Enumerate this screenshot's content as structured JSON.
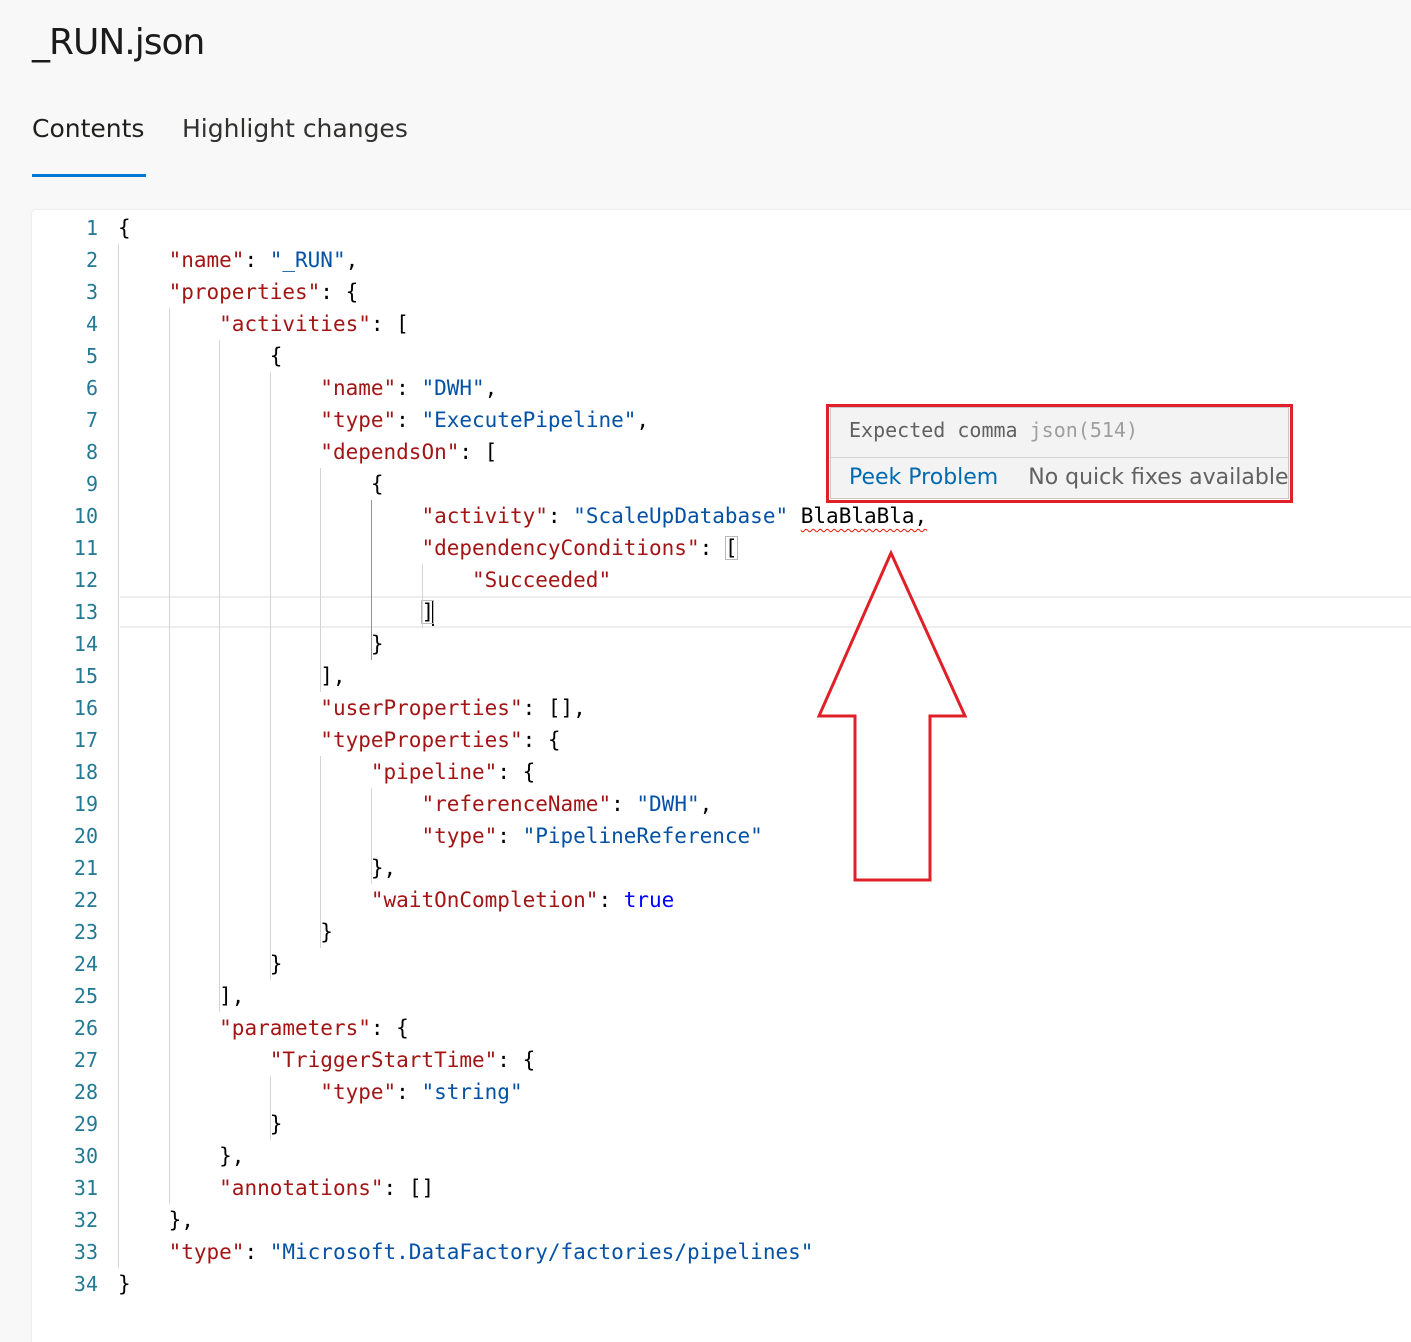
{
  "file": {
    "title": "_RUN.json"
  },
  "tabs": [
    {
      "label": "Contents",
      "active": true
    },
    {
      "label": "Highlight changes",
      "active": false
    }
  ],
  "editor": {
    "current_line": 13,
    "lines": [
      {
        "n": "1",
        "tokens": [
          [
            "p",
            "{"
          ]
        ]
      },
      {
        "n": "2",
        "tokens": [
          [
            "p",
            "    "
          ],
          [
            "k",
            "\"name\""
          ],
          [
            "p",
            ": "
          ],
          [
            "s",
            "\"_RUN\""
          ],
          [
            "p",
            ","
          ]
        ]
      },
      {
        "n": "3",
        "tokens": [
          [
            "p",
            "    "
          ],
          [
            "k",
            "\"properties\""
          ],
          [
            "p",
            ": {"
          ]
        ]
      },
      {
        "n": "4",
        "tokens": [
          [
            "p",
            "        "
          ],
          [
            "k",
            "\"activities\""
          ],
          [
            "p",
            ": ["
          ]
        ]
      },
      {
        "n": "5",
        "tokens": [
          [
            "p",
            "            {"
          ]
        ]
      },
      {
        "n": "6",
        "tokens": [
          [
            "p",
            "                "
          ],
          [
            "k",
            "\"name\""
          ],
          [
            "p",
            ": "
          ],
          [
            "s",
            "\"DWH\""
          ],
          [
            "p",
            ","
          ]
        ]
      },
      {
        "n": "7",
        "tokens": [
          [
            "p",
            "                "
          ],
          [
            "k",
            "\"type\""
          ],
          [
            "p",
            ": "
          ],
          [
            "s",
            "\"ExecutePipeline\""
          ],
          [
            "p",
            ","
          ]
        ]
      },
      {
        "n": "8",
        "tokens": [
          [
            "p",
            "                "
          ],
          [
            "k",
            "\"dependsOn\""
          ],
          [
            "p",
            ": ["
          ]
        ]
      },
      {
        "n": "9",
        "tokens": [
          [
            "p",
            "                    {"
          ]
        ]
      },
      {
        "n": "10",
        "tokens": [
          [
            "p",
            "                        "
          ],
          [
            "k",
            "\"activity\""
          ],
          [
            "p",
            ": "
          ],
          [
            "s",
            "\"ScaleUpDatabase\""
          ],
          [
            "p",
            " "
          ],
          [
            "e",
            "BlaBlaBla,"
          ]
        ]
      },
      {
        "n": "11",
        "tokens": [
          [
            "p",
            "                        "
          ],
          [
            "k",
            "\"dependencyConditions\""
          ],
          [
            "p",
            ": "
          ],
          [
            "h",
            "["
          ]
        ]
      },
      {
        "n": "12",
        "tokens": [
          [
            "p",
            "                            "
          ],
          [
            "k",
            "\"Succeeded\""
          ]
        ]
      },
      {
        "n": "13",
        "tokens": [
          [
            "p",
            "                        "
          ],
          [
            "h",
            "]"
          ],
          [
            "c",
            ""
          ]
        ]
      },
      {
        "n": "14",
        "tokens": [
          [
            "p",
            "                    }"
          ]
        ]
      },
      {
        "n": "15",
        "tokens": [
          [
            "p",
            "                ],"
          ]
        ]
      },
      {
        "n": "16",
        "tokens": [
          [
            "p",
            "                "
          ],
          [
            "k",
            "\"userProperties\""
          ],
          [
            "p",
            ": [],"
          ]
        ]
      },
      {
        "n": "17",
        "tokens": [
          [
            "p",
            "                "
          ],
          [
            "k",
            "\"typeProperties\""
          ],
          [
            "p",
            ": {"
          ]
        ]
      },
      {
        "n": "18",
        "tokens": [
          [
            "p",
            "                    "
          ],
          [
            "k",
            "\"pipeline\""
          ],
          [
            "p",
            ": {"
          ]
        ]
      },
      {
        "n": "19",
        "tokens": [
          [
            "p",
            "                        "
          ],
          [
            "k",
            "\"referenceName\""
          ],
          [
            "p",
            ": "
          ],
          [
            "s",
            "\"DWH\""
          ],
          [
            "p",
            ","
          ]
        ]
      },
      {
        "n": "20",
        "tokens": [
          [
            "p",
            "                        "
          ],
          [
            "k",
            "\"type\""
          ],
          [
            "p",
            ": "
          ],
          [
            "s",
            "\"PipelineReference\""
          ]
        ]
      },
      {
        "n": "21",
        "tokens": [
          [
            "p",
            "                    },"
          ]
        ]
      },
      {
        "n": "22",
        "tokens": [
          [
            "p",
            "                    "
          ],
          [
            "k",
            "\"waitOnCompletion\""
          ],
          [
            "p",
            ": "
          ],
          [
            "b",
            "true"
          ]
        ]
      },
      {
        "n": "23",
        "tokens": [
          [
            "p",
            "                }"
          ]
        ]
      },
      {
        "n": "24",
        "tokens": [
          [
            "p",
            "            }"
          ]
        ]
      },
      {
        "n": "25",
        "tokens": [
          [
            "p",
            "        ],"
          ]
        ]
      },
      {
        "n": "26",
        "tokens": [
          [
            "p",
            "        "
          ],
          [
            "k",
            "\"parameters\""
          ],
          [
            "p",
            ": {"
          ]
        ]
      },
      {
        "n": "27",
        "tokens": [
          [
            "p",
            "            "
          ],
          [
            "k",
            "\"TriggerStartTime\""
          ],
          [
            "p",
            ": {"
          ]
        ]
      },
      {
        "n": "28",
        "tokens": [
          [
            "p",
            "                "
          ],
          [
            "k",
            "\"type\""
          ],
          [
            "p",
            ": "
          ],
          [
            "s",
            "\"string\""
          ]
        ]
      },
      {
        "n": "29",
        "tokens": [
          [
            "p",
            "            }"
          ]
        ]
      },
      {
        "n": "30",
        "tokens": [
          [
            "p",
            "        },"
          ]
        ]
      },
      {
        "n": "31",
        "tokens": [
          [
            "p",
            "        "
          ],
          [
            "k",
            "\"annotations\""
          ],
          [
            "p",
            ": []"
          ]
        ]
      },
      {
        "n": "32",
        "tokens": [
          [
            "p",
            "    },"
          ]
        ]
      },
      {
        "n": "33",
        "tokens": [
          [
            "p",
            "    "
          ],
          [
            "k",
            "\"type\""
          ],
          [
            "p",
            ": "
          ],
          [
            "s",
            "\"Microsoft.DataFactory/factories/pipelines\""
          ]
        ]
      },
      {
        "n": "34",
        "tokens": [
          [
            "p",
            "}"
          ]
        ]
      }
    ]
  },
  "hover": {
    "message": "Expected comma",
    "code": "json(514)",
    "peek_label": "Peek Problem",
    "no_fix_label": "No quick fixes available"
  },
  "colors": {
    "annotation_red": "#e02028",
    "tab_underline": "#0078d4",
    "line_number": "#237893",
    "json_key": "#a31515",
    "json_string": "#0451a5",
    "json_keyword": "#0000ff"
  }
}
